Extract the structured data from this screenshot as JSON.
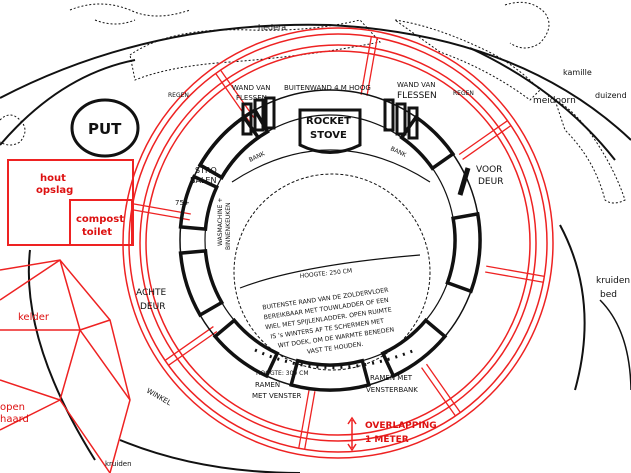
{
  "labels": {
    "hedera": "hedera",
    "kamille": "kamille",
    "duizend": "duizend",
    "meidoorn": "meidoorn",
    "put": "PUT",
    "regen_left": "REGEN",
    "regen_right": "REGEN",
    "wand_left_1": "WAND VAN",
    "wand_left_2": "FLESSEN",
    "buitenwand": "BUITENWAND 4 M HOOG",
    "wand_right_1": "WAND VAN",
    "wand_right_2": "FLESSEN",
    "rocket_1": "ROCKET",
    "rocket_2": "STOVE",
    "bank_left": "BANK",
    "bank_right": "BANK",
    "stro_1": "STRO",
    "stro_2": "BALEN",
    "wasmachine_1": "WASMACHINE +",
    "wasmachine_2": "BINNENKEUKEN",
    "hout_1": "hout",
    "hout_2": "opslag",
    "compost_1": "compost",
    "compost_2": "toilet",
    "measure_75": "75+",
    "voor_1": "VOOR",
    "voor_2": "DEUR",
    "achter_1": "ACHTE",
    "achter_2": "DEUR",
    "hoogte_250": "HOOGTE: 250 CM",
    "zolder_1": "BUITENSTE RAND VAN DE ZOLDERVLOER",
    "zolder_2": "BEREIKBAAR MET TOUWLADDER OF EEN",
    "zolder_3": "WIEL MET SPIJLENLADDER. OPEN RUIMTE",
    "zolder_4": "IS 's WINTERS AF TE SCHERMEN MET",
    "zolder_5": "WIT DOEK, OM DE WARMTE BENEDEN",
    "zolder_6": "VAST TE HOUDEN.",
    "kruiden_1": "kruiden",
    "kruiden_2": "bed",
    "kelder": "kelder",
    "open_1": "open",
    "open_2": "haard",
    "hoogte_300_1": "HOOGTE: 300 CM",
    "ramen_1": "RAMEN",
    "ramen_2": "MET VENSTER",
    "ramen_met_1": "RAMEN MET",
    "ramen_met_2": "VENSTERBANK",
    "overlapping_1": "OVERLAPPING",
    "overlapping_2": "1 METER",
    "kruiden_bottom": "kruiden",
    "winkel": "WINKEL"
  }
}
